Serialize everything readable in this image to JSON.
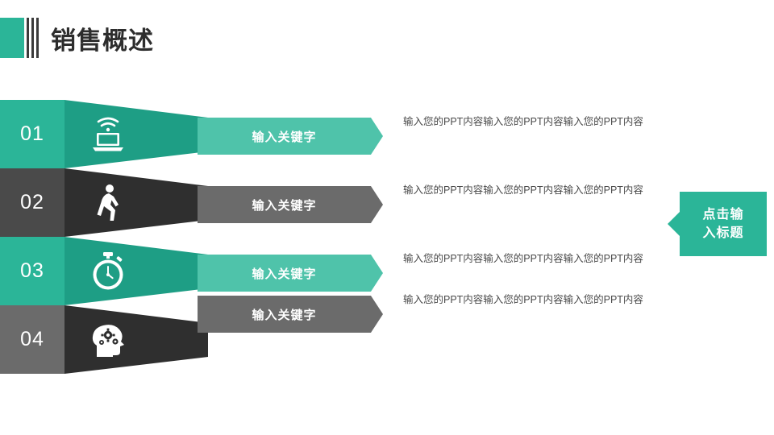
{
  "page": {
    "title": "销售概述",
    "background": "#ffffff"
  },
  "colors": {
    "green": "#2BB598",
    "green_light": "#4FC3AA",
    "dark": "#3A3A3A",
    "gray": "#636363",
    "text": "#4a4a4a"
  },
  "rows": [
    {
      "number": "01",
      "icon": "laptop-wifi-icon",
      "keyword": "输入关键字",
      "body": "输入您的PPT内容输入您的PPT内容输入您的PPT内容",
      "num_bg": "#2BB598",
      "band_bg": "#1E9E85",
      "kw_bg": "#4FC3AA"
    },
    {
      "number": "02",
      "icon": "walking-person-icon",
      "keyword": "输入关键字",
      "body": "输入您的PPT内容输入您的PPT内容输入您的PPT内容",
      "num_bg": "#4A4A4A",
      "band_bg": "#2F2F2F",
      "kw_bg": "#6B6B6B"
    },
    {
      "number": "03",
      "icon": "stopwatch-icon",
      "keyword": "输入关键字",
      "body": "输入您的PPT内容输入您的PPT内容输入您的PPT内容",
      "num_bg": "#2BB598",
      "band_bg": "#1E9E85",
      "kw_bg": "#4FC3AA"
    },
    {
      "number": "04",
      "icon": "head-gears-icon",
      "keyword": "输入关键字",
      "body": "输入您的PPT内容输入您的PPT内容输入您的PPT内容",
      "num_bg": "#6B6B6B",
      "band_bg": "#2F2F2F",
      "kw_bg": "#6B6B6B"
    }
  ],
  "callout": {
    "line1": "点击输",
    "line2": "入标题"
  }
}
